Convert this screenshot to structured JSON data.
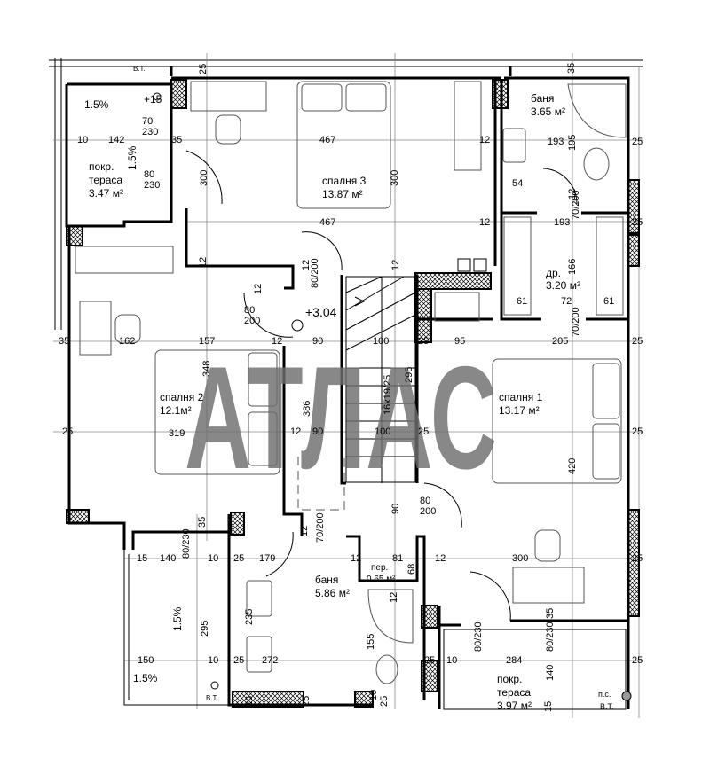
{
  "watermark": "АТЛАС",
  "level_mark": "+3.04",
  "rooms": {
    "bedroom3": {
      "name": "спалня 3",
      "area": "13.87 м²"
    },
    "bedroom2": {
      "name": "спалня 2",
      "area": "12.1м²"
    },
    "bedroom1": {
      "name": "спалня 1",
      "area": "13.17 м²"
    },
    "bath_top": {
      "name": "баня",
      "area": "3.65 м²"
    },
    "dressing": {
      "name": "др.",
      "area": "3.20 м²"
    },
    "bath_bottom": {
      "name": "баня",
      "area": "5.86 м²"
    },
    "pantry": {
      "name": "пер.",
      "area": "0.65 м²"
    },
    "terrace_top": {
      "name1": "покр.",
      "name2": "тераса",
      "area": "3.47 м²"
    },
    "terrace_bottom": {
      "name1": "покр.",
      "name2": "тераса",
      "area": "3.97 м²"
    }
  },
  "markers": {
    "drain_1": "В.Т.",
    "drain_2": "В.Т.",
    "drain_3": "В.Т.",
    "ps": "п.с.",
    "elev_15": "+15",
    "slope_1": "1.5%",
    "slope_2": "1.5%",
    "slope_3": "1.5%",
    "slope_4": "1.5%"
  },
  "dims": [
    "70",
    "230",
    "10",
    "142",
    "35",
    "80",
    "230",
    "25",
    "467",
    "300",
    "300",
    "467",
    "12",
    "12",
    "12",
    "193",
    "195",
    "25",
    "54",
    "70/200",
    "12",
    "193",
    "25",
    "166",
    "61",
    "72",
    "61",
    "70/200",
    "205",
    "25",
    "35",
    "162",
    "157",
    "12",
    "90",
    "100",
    "25",
    "95",
    "348",
    "319",
    "386",
    "12",
    "90",
    "100",
    "25",
    "25",
    "296",
    "16x19/25",
    "80",
    "200",
    "12",
    "12",
    "80/200",
    "12",
    "420",
    "25",
    "80",
    "200",
    "90",
    "35",
    "80/230",
    "15",
    "140",
    "10",
    "25",
    "179",
    "12",
    "70/200",
    "12",
    "81",
    "12",
    "68",
    "12",
    "300",
    "25",
    "295",
    "235",
    "35",
    "80/230",
    "80/230",
    "155",
    "150",
    "10",
    "25",
    "272",
    "25",
    "10",
    "284",
    "140",
    "26",
    "25",
    "10",
    "25",
    "15",
    "25",
    "35"
  ]
}
